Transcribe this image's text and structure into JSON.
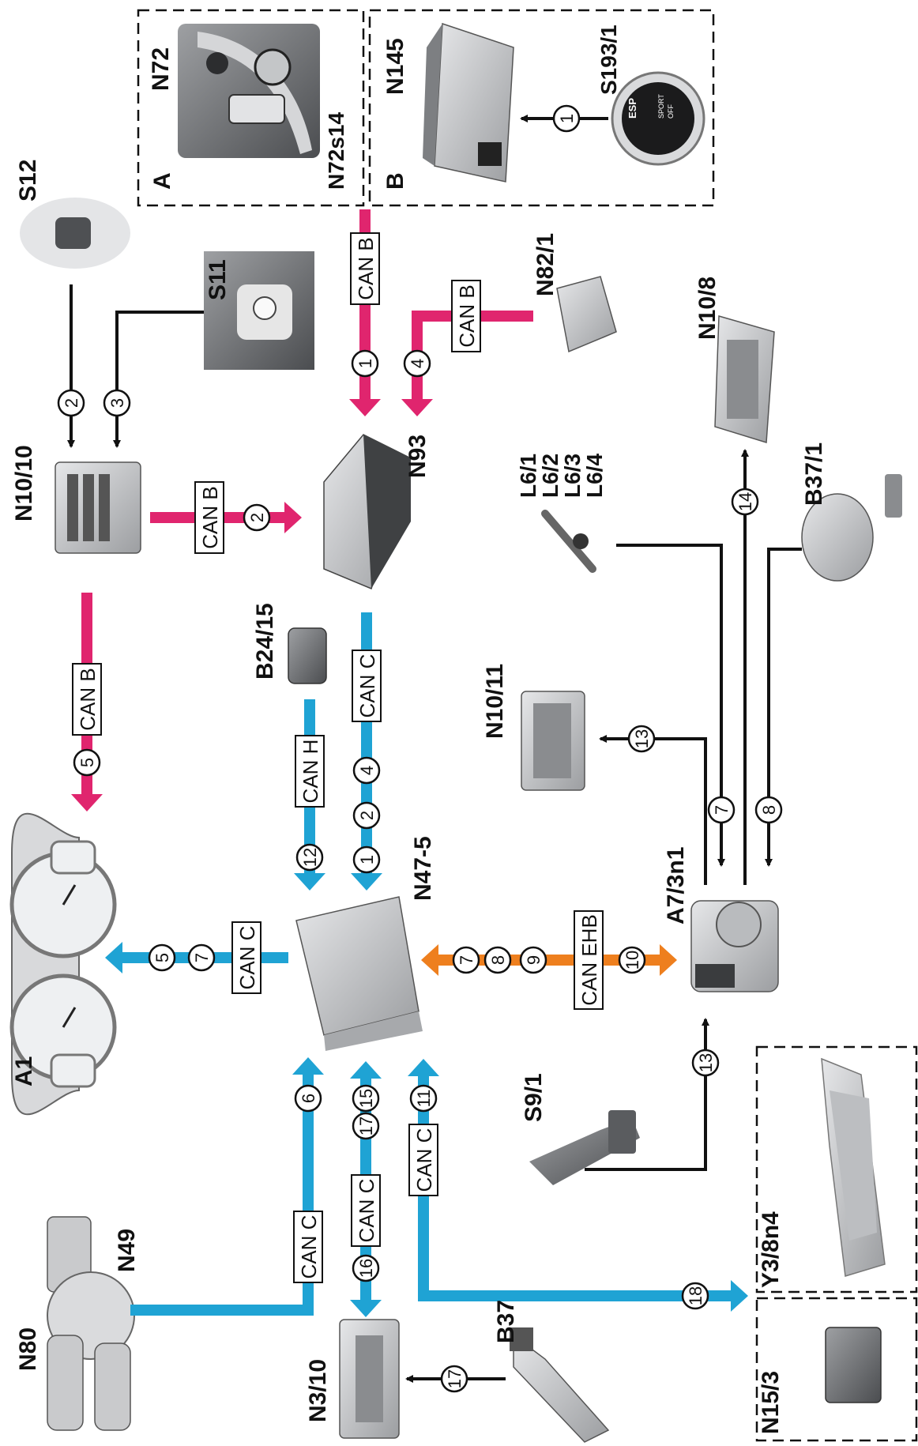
{
  "colors": {
    "can_b": "#e0256e",
    "can_c": "#1fa3d4",
    "can_ehb": "#ee7f1e",
    "hardwired": "#111111",
    "part_fill": "#c9cacc",
    "part_dark": "#8a8c8f"
  },
  "groups": {
    "A": "A",
    "B": "B"
  },
  "components": {
    "N72": "N72",
    "N72s14": "N72s14",
    "N145": "N145",
    "S193_1": "S193/1",
    "S12": "S12",
    "S11": "S11",
    "N82_1": "N82/1",
    "N10_10": "N10/10",
    "N93": "N93",
    "L6": [
      "L6/1",
      "L6/2",
      "L6/3",
      "L6/4"
    ],
    "N10_8": "N10/8",
    "B37_1": "B37/1",
    "B24_15": "B24/15",
    "N10_11": "N10/11",
    "A1": "A1",
    "N47_5": "N47-5",
    "A7_3n1": "A7/3n1",
    "S9_1": "S9/1",
    "Y3_8n4": "Y3/8n4",
    "N80": "N80",
    "N49": "N49",
    "N3_10": "N3/10",
    "B37": "B37",
    "N15_3": "N15/3"
  },
  "button_text": [
    "ESP",
    "SPORT",
    "OFF"
  ],
  "buses": {
    "can_b_n93_in": "CAN B",
    "can_b_n82": "CAN B",
    "can_b_n10": "CAN B",
    "can_b_a1": "CAN B",
    "can_c_n93": "CAN C",
    "can_h": "CAN H",
    "can_c_a1": "CAN C",
    "can_ehb": "CAN EHB",
    "can_c_n80": "CAN C",
    "can_c_n3": "CAN C",
    "can_c_n15": "CAN C"
  },
  "signals": {
    "s1_n145": "1",
    "s1_n93": "1",
    "s4_n82": "4",
    "s2_s12": "2",
    "s3_s11": "3",
    "s2_n10": "2",
    "s5_a1": "5",
    "s4_n93": "4",
    "s2_n93": "2",
    "s1_n93_down": "1",
    "s12_can_h": "12",
    "s5_a1_c": "5",
    "s7_a1_c": "7",
    "s7_ehb": "7",
    "s8_ehb": "8",
    "s9_ehb": "9",
    "s10_ehb": "10",
    "s13_n10_11": "13",
    "s7_l6": "7",
    "s8_b37_1": "8",
    "s14_n10_8": "14",
    "s13_s9_1": "13",
    "s6_n80": "6",
    "s17_n3": "17",
    "s15_n3": "15",
    "s16_n3": "16",
    "s11_n15": "11",
    "s18_y3": "18",
    "s17_b37": "17"
  }
}
